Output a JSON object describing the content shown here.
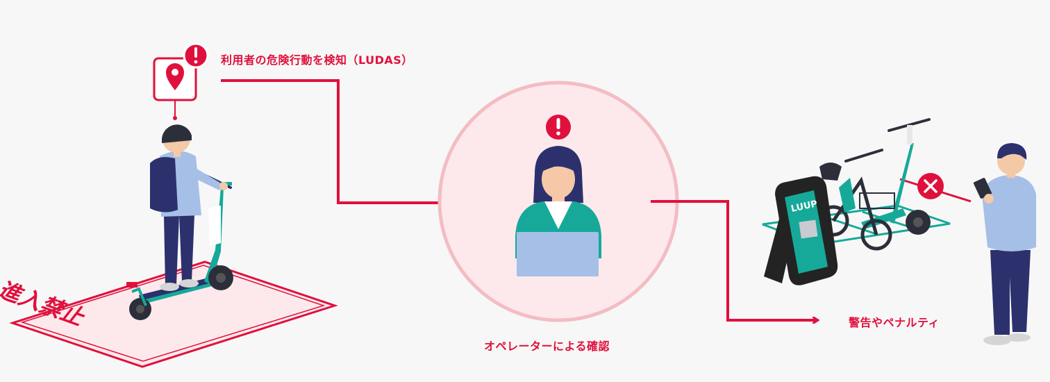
{
  "labels": {
    "detect": "利用者の危険行動を検知（LUDAS）",
    "operator": "オペレーターによる確認",
    "penalty": "警告やペナルティ"
  },
  "floor_sign": {
    "text": "進入禁止"
  },
  "parking_sign": {
    "brand": "LUUP"
  },
  "colors": {
    "accent": "#e0103c",
    "teal": "#16a99a",
    "navy": "#2c316d",
    "light_blue": "#a6bfe6",
    "circle_ring": "#f4bcc3",
    "circle_fill": "#fde9ec",
    "background": "#f7f7f7"
  },
  "icons": {
    "location_alert": "location-pin-icon",
    "warning": "exclamation-icon",
    "prohibited": "x-mark-icon"
  }
}
